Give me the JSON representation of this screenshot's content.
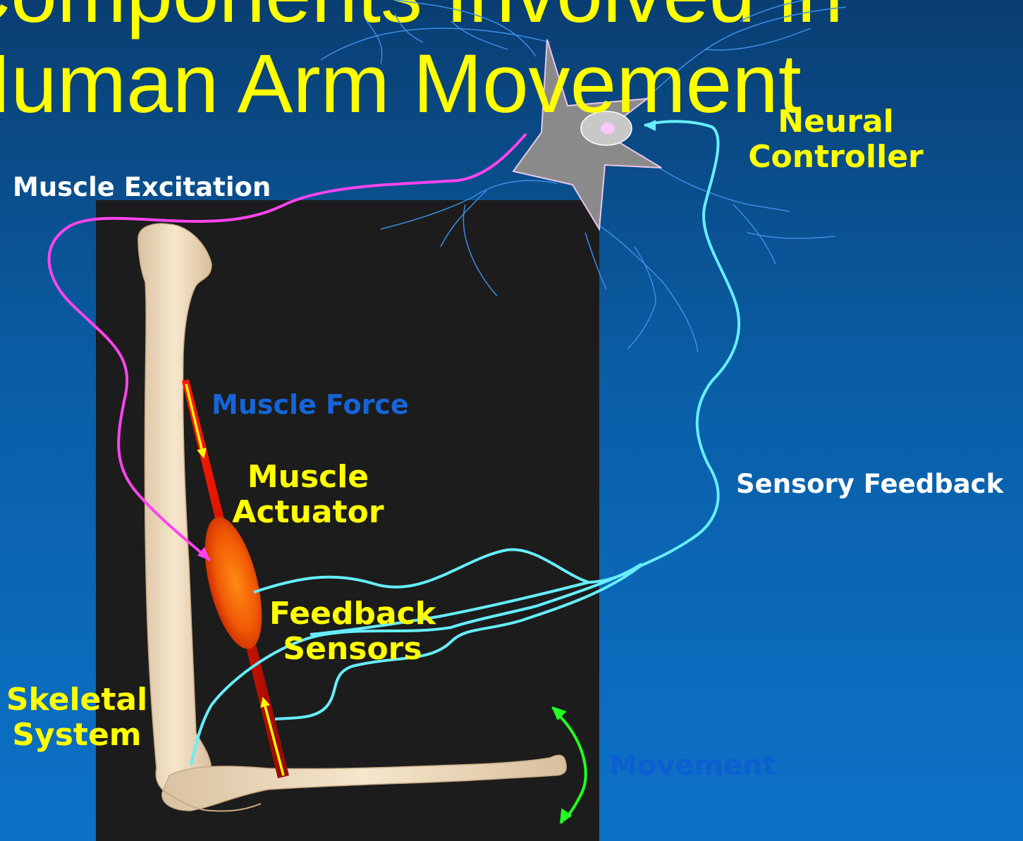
{
  "slide": {
    "title_line1": "Components Involved in",
    "title_line2": "Human Arm Movement"
  },
  "labels": {
    "neural_controller": [
      "Neural",
      "Controller"
    ],
    "muscle_excitation": "Muscle Excitation",
    "muscle_force": "Muscle Force",
    "muscle_actuator": [
      "Muscle",
      "Actuator"
    ],
    "sensory_feedback": "Sensory Feedback",
    "feedback_sensors": [
      "Feedback",
      "Sensors"
    ],
    "skeletal_system": [
      "Skeletal",
      "System"
    ],
    "movement": "Movement"
  },
  "colors": {
    "title": "#ffff00",
    "excitation_line": "#ff44ee",
    "feedback_line": "#66eeff",
    "movement_arrow": "#22ff22",
    "neuron_body": "#8a8a8a",
    "muscle": "#d41400",
    "bone": "#f0dcc0",
    "panel": "#1c1c1c"
  },
  "icons": [
    "neuron-icon",
    "bone-icon",
    "muscle-icon",
    "force-arrow-icon",
    "movement-arrow-icon"
  ]
}
